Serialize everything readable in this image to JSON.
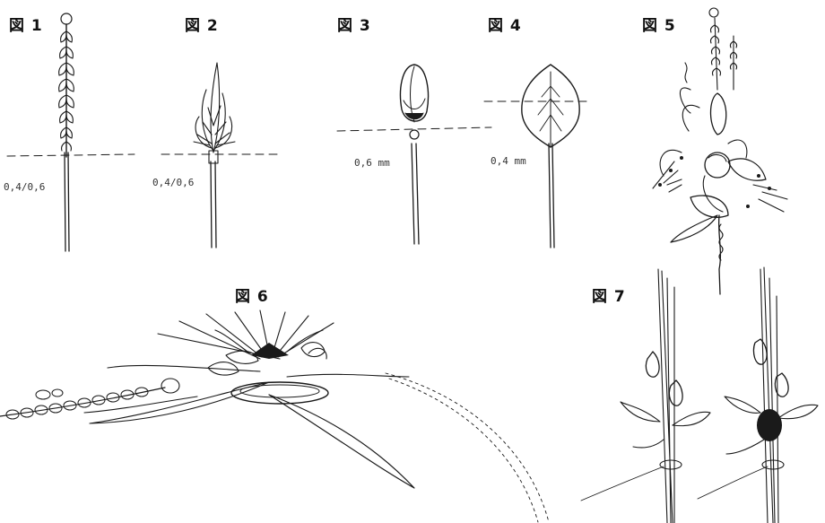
{
  "figures": [
    {
      "label": "図 1",
      "measure": "0,4/0,6"
    },
    {
      "label": "図 2",
      "measure": "0,4/0,6"
    },
    {
      "label": "図 3",
      "measure": "0,6 mm"
    },
    {
      "label": "図 4",
      "measure": "0,4 mm"
    },
    {
      "label": "図 5",
      "measure": ""
    },
    {
      "label": "図 6",
      "measure": ""
    },
    {
      "label": "図 7",
      "measure": ""
    }
  ]
}
